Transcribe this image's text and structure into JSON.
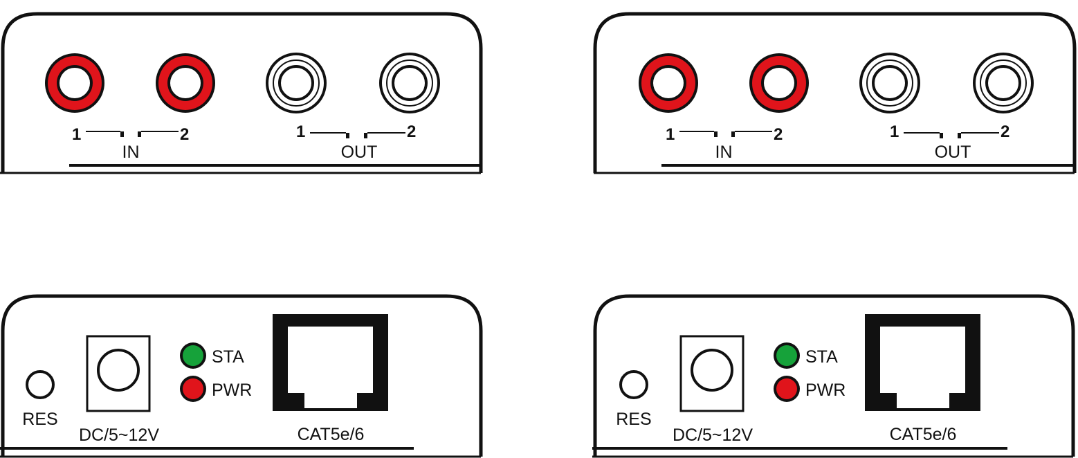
{
  "colors": {
    "outline": "#111111",
    "rca_red": "#e0141b",
    "led_sta": "#16a23a",
    "led_pwr": "#e0141b",
    "background": "#ffffff"
  },
  "audio_panel": {
    "group_in": {
      "label": "IN",
      "left_number": "1",
      "right_number": "2"
    },
    "group_out": {
      "label": "OUT",
      "left_number": "1",
      "right_number": "2"
    }
  },
  "power_panel": {
    "reset": {
      "label": "RES",
      "icon": "reset-button-icon"
    },
    "dc_jack": {
      "label": "DC/5~12V",
      "icon": "dc-power-jack-icon"
    },
    "led_status": {
      "label": "STA",
      "icon": "status-led-icon"
    },
    "led_power": {
      "label": "PWR",
      "icon": "power-led-icon"
    },
    "network_port": {
      "label": "CAT5e/6",
      "icon": "rj45-port-icon"
    }
  }
}
